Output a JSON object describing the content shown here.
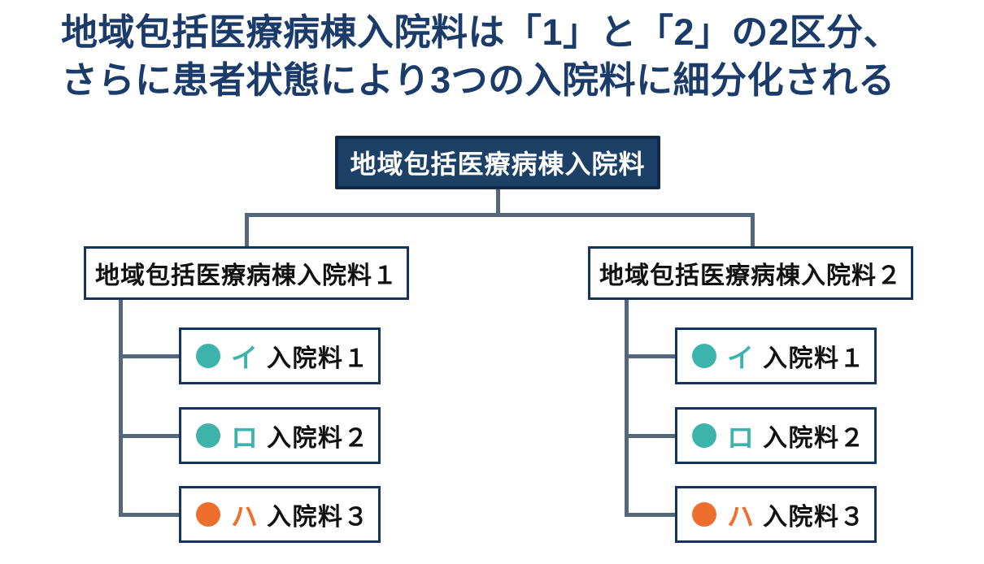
{
  "title": {
    "line1": "地域包括医療病棟入院料は「1」と「2」の2区分、",
    "line2": "さらに患者状態により3つの入院料に細分化される"
  },
  "colors": {
    "background": "#ffffff",
    "title_text": "#1b3c6b",
    "root_fill": "#1d4066",
    "root_border": "#12294a",
    "root_text": "#ffffff",
    "box_border": "#16355c",
    "box_text": "#111111",
    "connector": "#55677a",
    "teal": "#3cb4ac",
    "orange": "#ee6f2d"
  },
  "tree": {
    "root": {
      "label": "地域包括医療病棟入院料"
    },
    "branches": [
      {
        "label": "地域包括医療病棟入院料１",
        "children": [
          {
            "bullet": "circle-icon",
            "bullet_color": "#3cb4ac",
            "kana": "イ",
            "kana_color": "#3cb4ac",
            "label": "入院料１"
          },
          {
            "bullet": "circle-icon",
            "bullet_color": "#3cb4ac",
            "kana": "ロ",
            "kana_color": "#3cb4ac",
            "label": "入院料２"
          },
          {
            "bullet": "circle-icon",
            "bullet_color": "#ee6f2d",
            "kana": "ハ",
            "kana_color": "#ee6f2d",
            "label": "入院料３"
          }
        ]
      },
      {
        "label": "地域包括医療病棟入院料２",
        "children": [
          {
            "bullet": "circle-icon",
            "bullet_color": "#3cb4ac",
            "kana": "イ",
            "kana_color": "#3cb4ac",
            "label": "入院料１"
          },
          {
            "bullet": "circle-icon",
            "bullet_color": "#3cb4ac",
            "kana": "ロ",
            "kana_color": "#3cb4ac",
            "label": "入院料２"
          },
          {
            "bullet": "circle-icon",
            "bullet_color": "#ee6f2d",
            "kana": "ハ",
            "kana_color": "#ee6f2d",
            "label": "入院料３"
          }
        ]
      }
    ]
  }
}
